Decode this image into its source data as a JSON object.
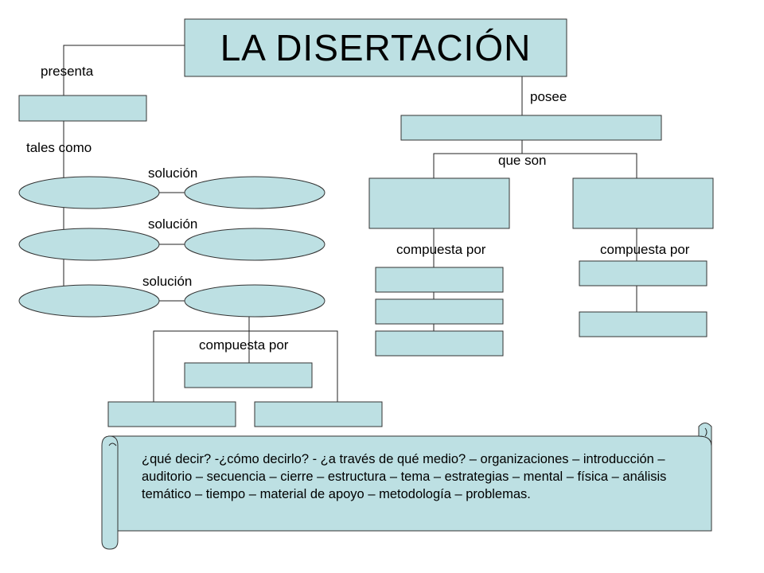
{
  "title": "LA DISERTACIÓN",
  "labels": {
    "presenta": "presenta",
    "tales_como": "tales  como",
    "solucion_1": "solución",
    "solucion_2": "solución",
    "solucion_3": "solución",
    "compuesta_por_left": "compuesta por",
    "posee": "posee",
    "que_son": "que son",
    "compuesta_por_mid": "compuesta por",
    "compuesta_por_right": "compuesta por"
  },
  "scroll_text": "¿qué decir? -¿cómo decirlo?  - ¿a través de qué medio? – organizaciones – introducción –  auditorio – secuencia – cierre – estructura – tema – estrategias – mental – física – análisis temático – tiempo – material de apoyo – metodología – problemas.",
  "colors": {
    "fill": "#bde0e3",
    "stroke": "#333333",
    "line": "#222222"
  }
}
